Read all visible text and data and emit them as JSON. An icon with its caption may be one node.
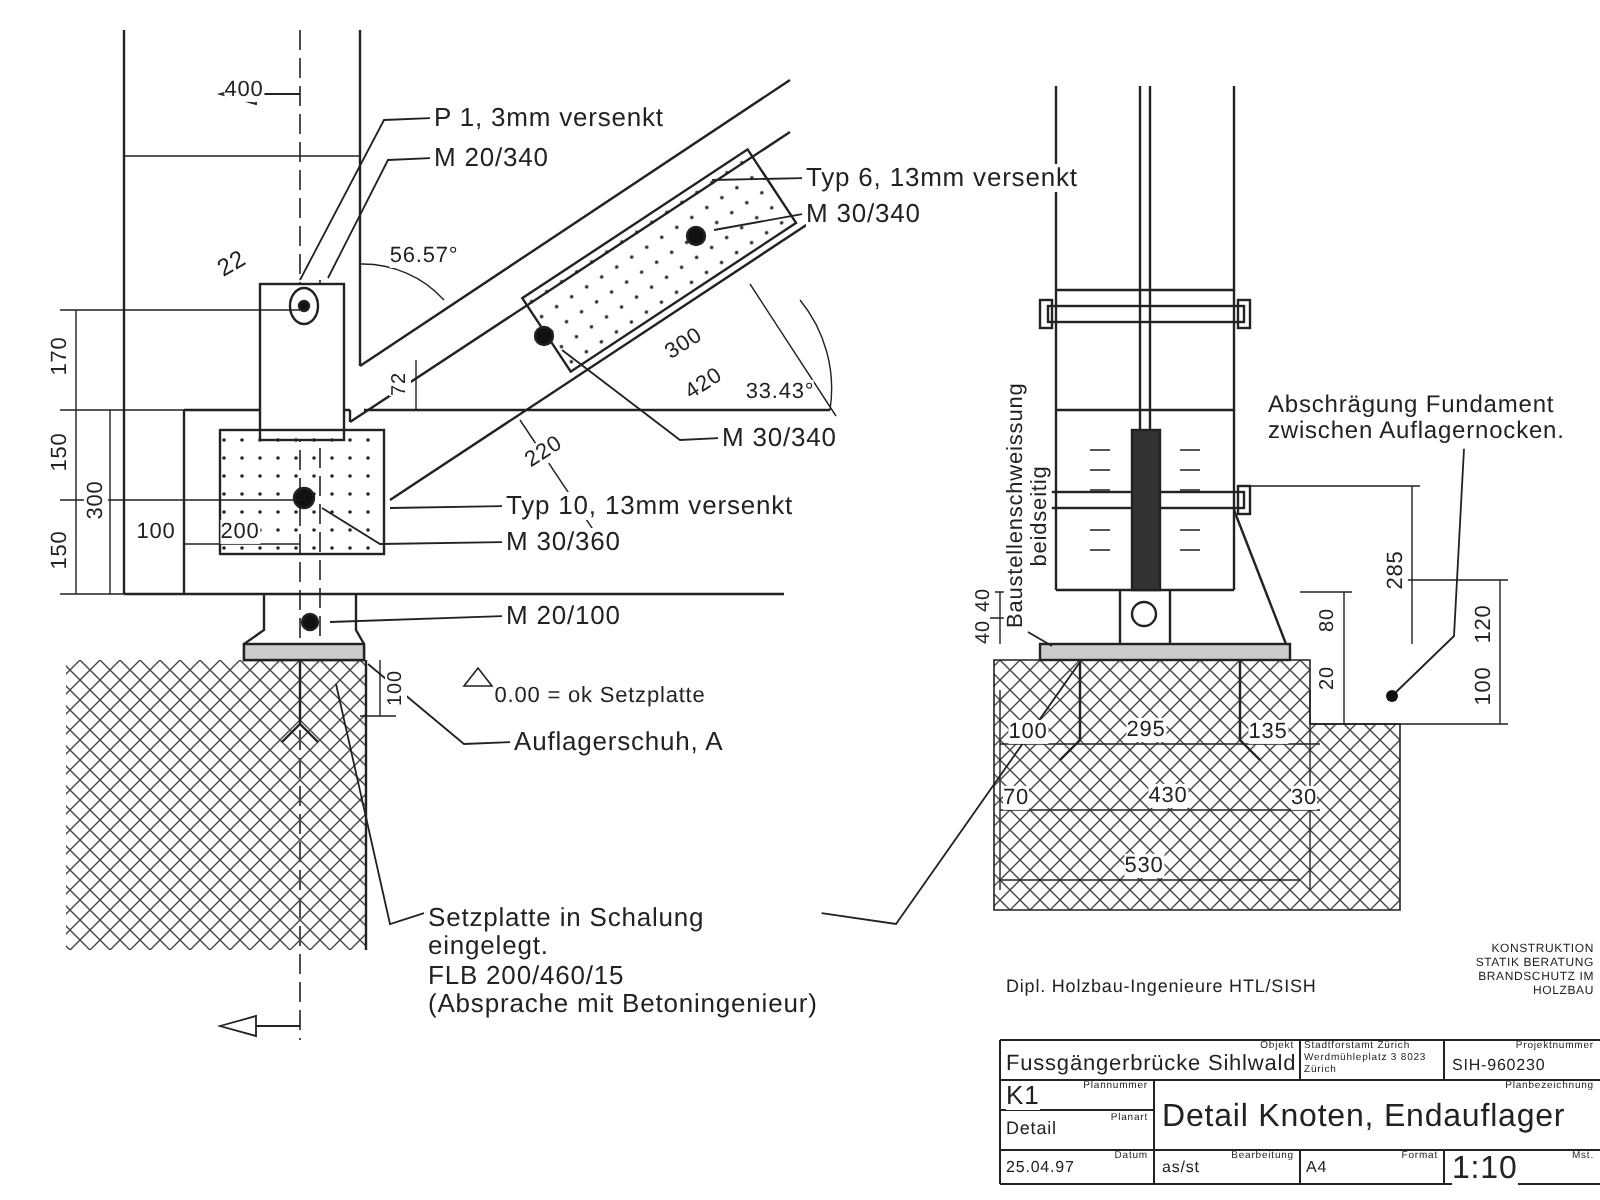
{
  "diagram": {
    "nodes": [
      {
        "text": [
          "P 1, 3mm versenkt"
        ]
      },
      {
        "text": [
          "M 20/340"
        ]
      },
      {
        "text": [
          "Typ 6, 13mm versenkt"
        ]
      },
      {
        "text": [
          "M 30/340"
        ]
      },
      {
        "text": [
          "M 30/340"
        ]
      },
      {
        "text": [
          "Typ 10, 13mm versenkt"
        ]
      },
      {
        "text": [
          "M 30/360"
        ]
      },
      {
        "text": [
          "M 20/100"
        ]
      },
      {
        "text": [
          "Auflagerschuh, A"
        ]
      },
      {
        "text": [
          "Setzplatte in Schalung eingelegt.",
          "FLB 200/460/15",
          "(Absprache mit Betoningenieur)"
        ]
      },
      {
        "text": [
          "Baustellenschweissung beidseitig"
        ]
      },
      {
        "text": [
          "Abschrägung Fundament zwischen Auflagernocken."
        ]
      }
    ],
    "edges": [
      {
        "from": 0,
        "to": null,
        "arrow": "none"
      },
      {
        "from": 1,
        "to": null,
        "arrow": "none"
      },
      {
        "from": 2,
        "to": null,
        "arrow": "none"
      },
      {
        "from": 3,
        "to": null,
        "arrow": "none"
      },
      {
        "from": 4,
        "to": null,
        "arrow": "none"
      },
      {
        "from": 5,
        "to": null,
        "arrow": "none"
      },
      {
        "from": 6,
        "to": null,
        "arrow": "none"
      },
      {
        "from": 7,
        "to": null,
        "arrow": "none"
      },
      {
        "from": 8,
        "to": null,
        "arrow": "none"
      },
      {
        "from": 9,
        "to": null,
        "arrow": "none"
      },
      {
        "from": 9,
        "to": null,
        "arrow": "none"
      },
      {
        "from": 10,
        "to": null,
        "arrow": "none"
      },
      {
        "from": 11,
        "to": null,
        "arrow": "other"
      }
    ],
    "labels": [
      "400",
      "22",
      "56.57°",
      "170",
      "72",
      "300",
      "420",
      "33.43°",
      "150",
      "300",
      "150",
      "100",
      "200",
      "220",
      "100",
      "0.00 = ok Setzplatte",
      "40",
      "40",
      "285",
      "80",
      "120",
      "20",
      "100",
      "100",
      "295",
      "135",
      "70",
      "430",
      "30",
      "530",
      "Dipl. Holzbau-Ingenieure HTL/SISH",
      "KONSTRUKTION STATIK BERATUNG BRANDSCHUTZ IM HOLZBAU",
      "Objekt",
      "Fussgängerbrücke Sihlwald",
      "Stadtforstamt Zürich Werdmühleplatz 3 8023 Zürich",
      "Projektnummer",
      "SIH-960230",
      "K1",
      "Plannummer",
      "Planbezeichnung",
      "Detail Knoten, Endauflager",
      "Detail",
      "Planart",
      "25.04.97",
      "Datum",
      "as/st",
      "Bearbeitung",
      "A4",
      "Format",
      "1:10",
      "Mst."
    ]
  }
}
